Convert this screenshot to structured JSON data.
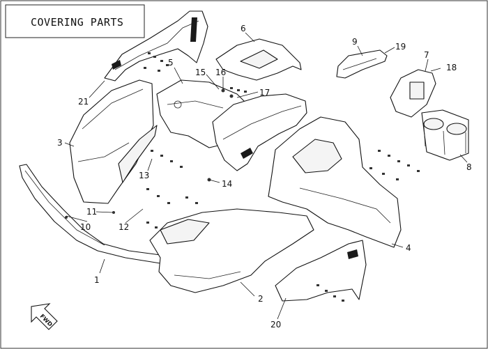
{
  "title": "COVERING PARTS",
  "badge": "FWD",
  "callouts": [
    {
      "id": "c1",
      "label": "1"
    },
    {
      "id": "c2",
      "label": "2"
    },
    {
      "id": "c3",
      "label": "3"
    },
    {
      "id": "c4",
      "label": "4"
    },
    {
      "id": "c5",
      "label": "5"
    },
    {
      "id": "c6",
      "label": "6"
    },
    {
      "id": "c7",
      "label": "7"
    },
    {
      "id": "c8",
      "label": "8"
    },
    {
      "id": "c9",
      "label": "9"
    },
    {
      "id": "c10",
      "label": "10"
    },
    {
      "id": "c11",
      "label": "11"
    },
    {
      "id": "c12",
      "label": "12"
    },
    {
      "id": "c13",
      "label": "13"
    },
    {
      "id": "c14",
      "label": "14"
    },
    {
      "id": "c15",
      "label": "15"
    },
    {
      "id": "c16",
      "label": "16"
    },
    {
      "id": "c17",
      "label": "17"
    },
    {
      "id": "c18",
      "label": "18"
    },
    {
      "id": "c19",
      "label": "19"
    },
    {
      "id": "c20",
      "label": "20"
    },
    {
      "id": "c21",
      "label": "21"
    }
  ]
}
